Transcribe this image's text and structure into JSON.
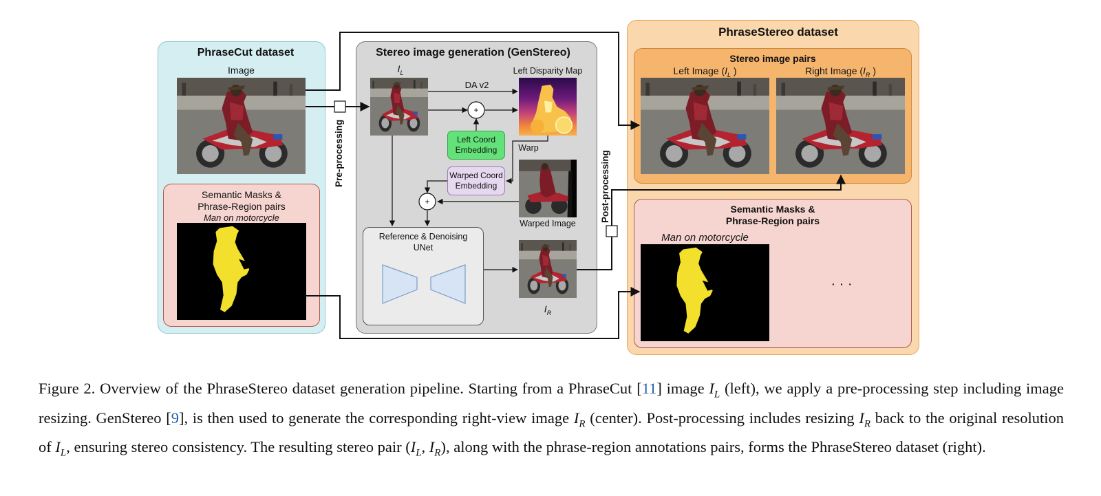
{
  "colors": {
    "phrasecut_bg": "#d5eef1",
    "phrasecut_border": "#8fc7cf",
    "mask_panel_bg": "#f6d5d0",
    "mask_panel_border": "#b0574a",
    "gen_bg": "#d7d7d7",
    "gen_border": "#777777",
    "unet_bg": "#ebebeb",
    "unet_shape": "#d6e4f6",
    "unet_shape_border": "#7a9cc6",
    "stereo_outer_bg": "#fbd7ad",
    "stereo_outer_border": "#e9a660",
    "stereo_pairs_bg": "#f6b56d",
    "stereo_pairs_border": "#d0893b",
    "left_coord_bg": "#64e27a",
    "warped_coord_bg": "#e6d8ef",
    "mask_yellow": "#f2e02c"
  },
  "icons": [
    "circle-plus-icon",
    "square-connector-icon",
    "arrowhead-icon"
  ],
  "phrasecut": {
    "title": "PhraseCut dataset",
    "image_label": "Image",
    "masks_title_line1": "Semantic Masks &",
    "masks_title_line2": "Phrase-Region pairs",
    "phrase": "Man on motorcycle"
  },
  "preprocessing_label": "Pre-processing",
  "postprocessing_label": "Post-processing",
  "gen": {
    "title": "Stereo image generation (GenStereo)",
    "il_label_main": "I",
    "il_label_sub": "L",
    "da_label": "DA v2",
    "disparity_label": "Left Disparity Map",
    "left_coord_line1": "Left Coord",
    "left_coord_line2": "Embedding",
    "warp_label": "Warp",
    "warped_coord_line1": "Warped Coord",
    "warped_coord_line2": "Embedding",
    "warped_image_label": "Warped Image",
    "unet_line1": "Reference & Denoising",
    "unet_line2": "UNet",
    "ir_label_main": "I",
    "ir_label_sub": "R",
    "plus": "+"
  },
  "stereo": {
    "title": "PhraseStereo dataset",
    "pairs_title": "Stereo image pairs",
    "left_image_text": "Left Image (",
    "left_image_var": "I",
    "left_image_sub": "L",
    "right_image_text": "Right Image (",
    "right_image_var": "I",
    "right_image_sub": "R",
    "close_paren": " )",
    "masks_title_line1": "Semantic Masks &",
    "masks_title_line2": "Phrase-Region pairs",
    "phrase": "Man on motorcycle",
    "ellipsis": "· · ·"
  },
  "caption": {
    "t1": "Figure 2.  Overview of the PhraseStereo dataset generation pipeline.  Starting from a PhraseCut [",
    "c1": "11",
    "t2": "] image ",
    "v1": "I",
    "s1": "L",
    "t3": " (left), we apply a pre-processing step including image resizing.  GenStereo [",
    "c2": "9",
    "t4": "], is then used to generate the corresponding right-view image ",
    "v2": "I",
    "s2": "R",
    "t5": " (center).  Post-processing includes resizing ",
    "v3": "I",
    "s3": "R",
    "t6": " back to the original resolution of ",
    "v4": "I",
    "s4": "L",
    "t7": ", ensuring stereo consistency.  The resulting stereo pair (",
    "v5": "I",
    "s5": "L",
    "t8": ", ",
    "v6": "I",
    "s6": "R",
    "t9": "), along with the phrase-region annotations pairs, forms the PhraseStereo dataset (right)."
  }
}
